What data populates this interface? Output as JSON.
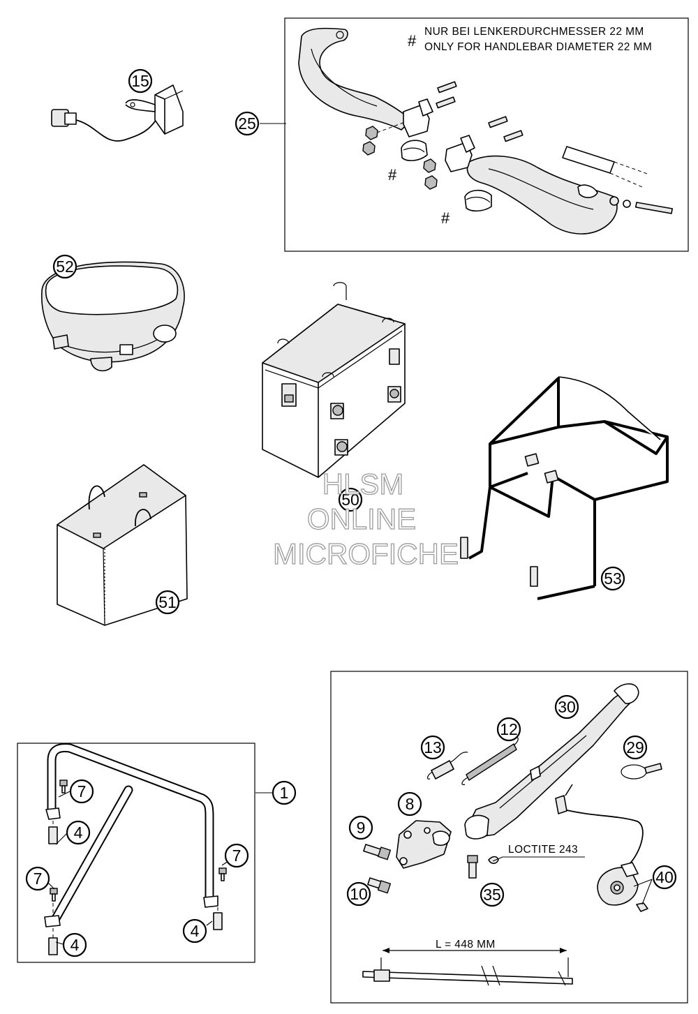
{
  "callouts": {
    "c15": "15",
    "c25": "25",
    "c52": "52",
    "c50": "50",
    "c51": "51",
    "c53": "53",
    "c1": "1",
    "c7a": "7",
    "c4a": "4",
    "c7b": "7",
    "c7c": "7",
    "c4b": "4",
    "c4c": "4",
    "c30": "30",
    "c13": "13",
    "c12": "12",
    "c29": "29",
    "c8": "8",
    "c9": "9",
    "c10": "10",
    "c35": "35",
    "c40": "40"
  },
  "notes": {
    "hash_symbol": "#",
    "note_de": "NUR BEI LENKERDURCHMESSER 22 MM",
    "note_en": "ONLY FOR HANDLEBAR DIAMETER 22 MM",
    "loctite": "LOCTITE 243",
    "length": "L = 448 MM"
  },
  "watermark": {
    "line1": "HLSM",
    "line2": "ONLINE",
    "line3": "MICROFICHE"
  }
}
